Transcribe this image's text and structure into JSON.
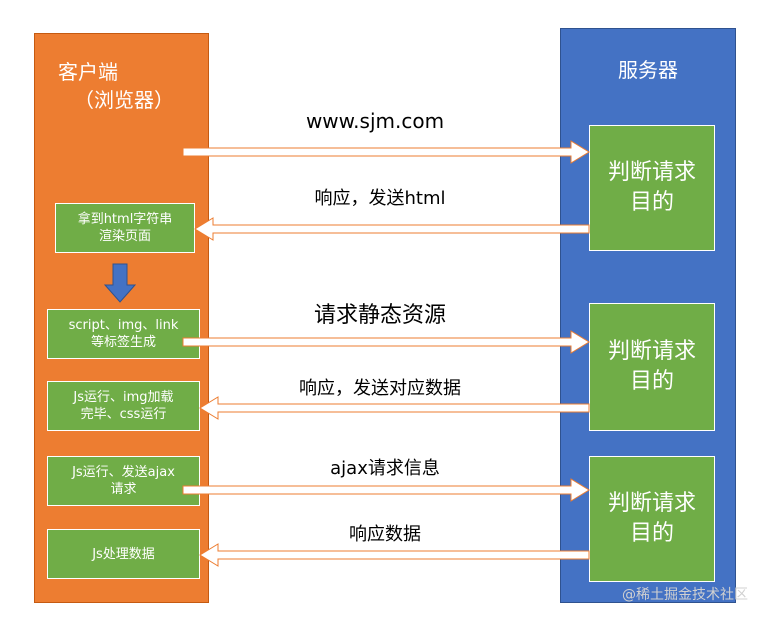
{
  "client": {
    "title_line1": "客户端",
    "title_line2": "（浏览器）"
  },
  "server": {
    "title": "服务器",
    "judge_label": "判断请求\n目的"
  },
  "client_steps": [
    "拿到html字符串\n渲染页面",
    "script、img、link\n等标签生成",
    "Js运行、img加载\n完毕、css运行",
    "Js运行、发送ajax\n请求",
    "Js处理数据"
  ],
  "arrow_labels": [
    "www.sjm.com",
    "响应，发送html",
    "请求静态资源",
    "响应，发送对应数据",
    "ajax请求信息",
    "响应数据"
  ],
  "colors": {
    "client": "#ed7d31",
    "server": "#4472c4",
    "step": "#70ad47",
    "down_arrow": "#4472c4"
  },
  "watermark": "@稀土掘金技术社区"
}
